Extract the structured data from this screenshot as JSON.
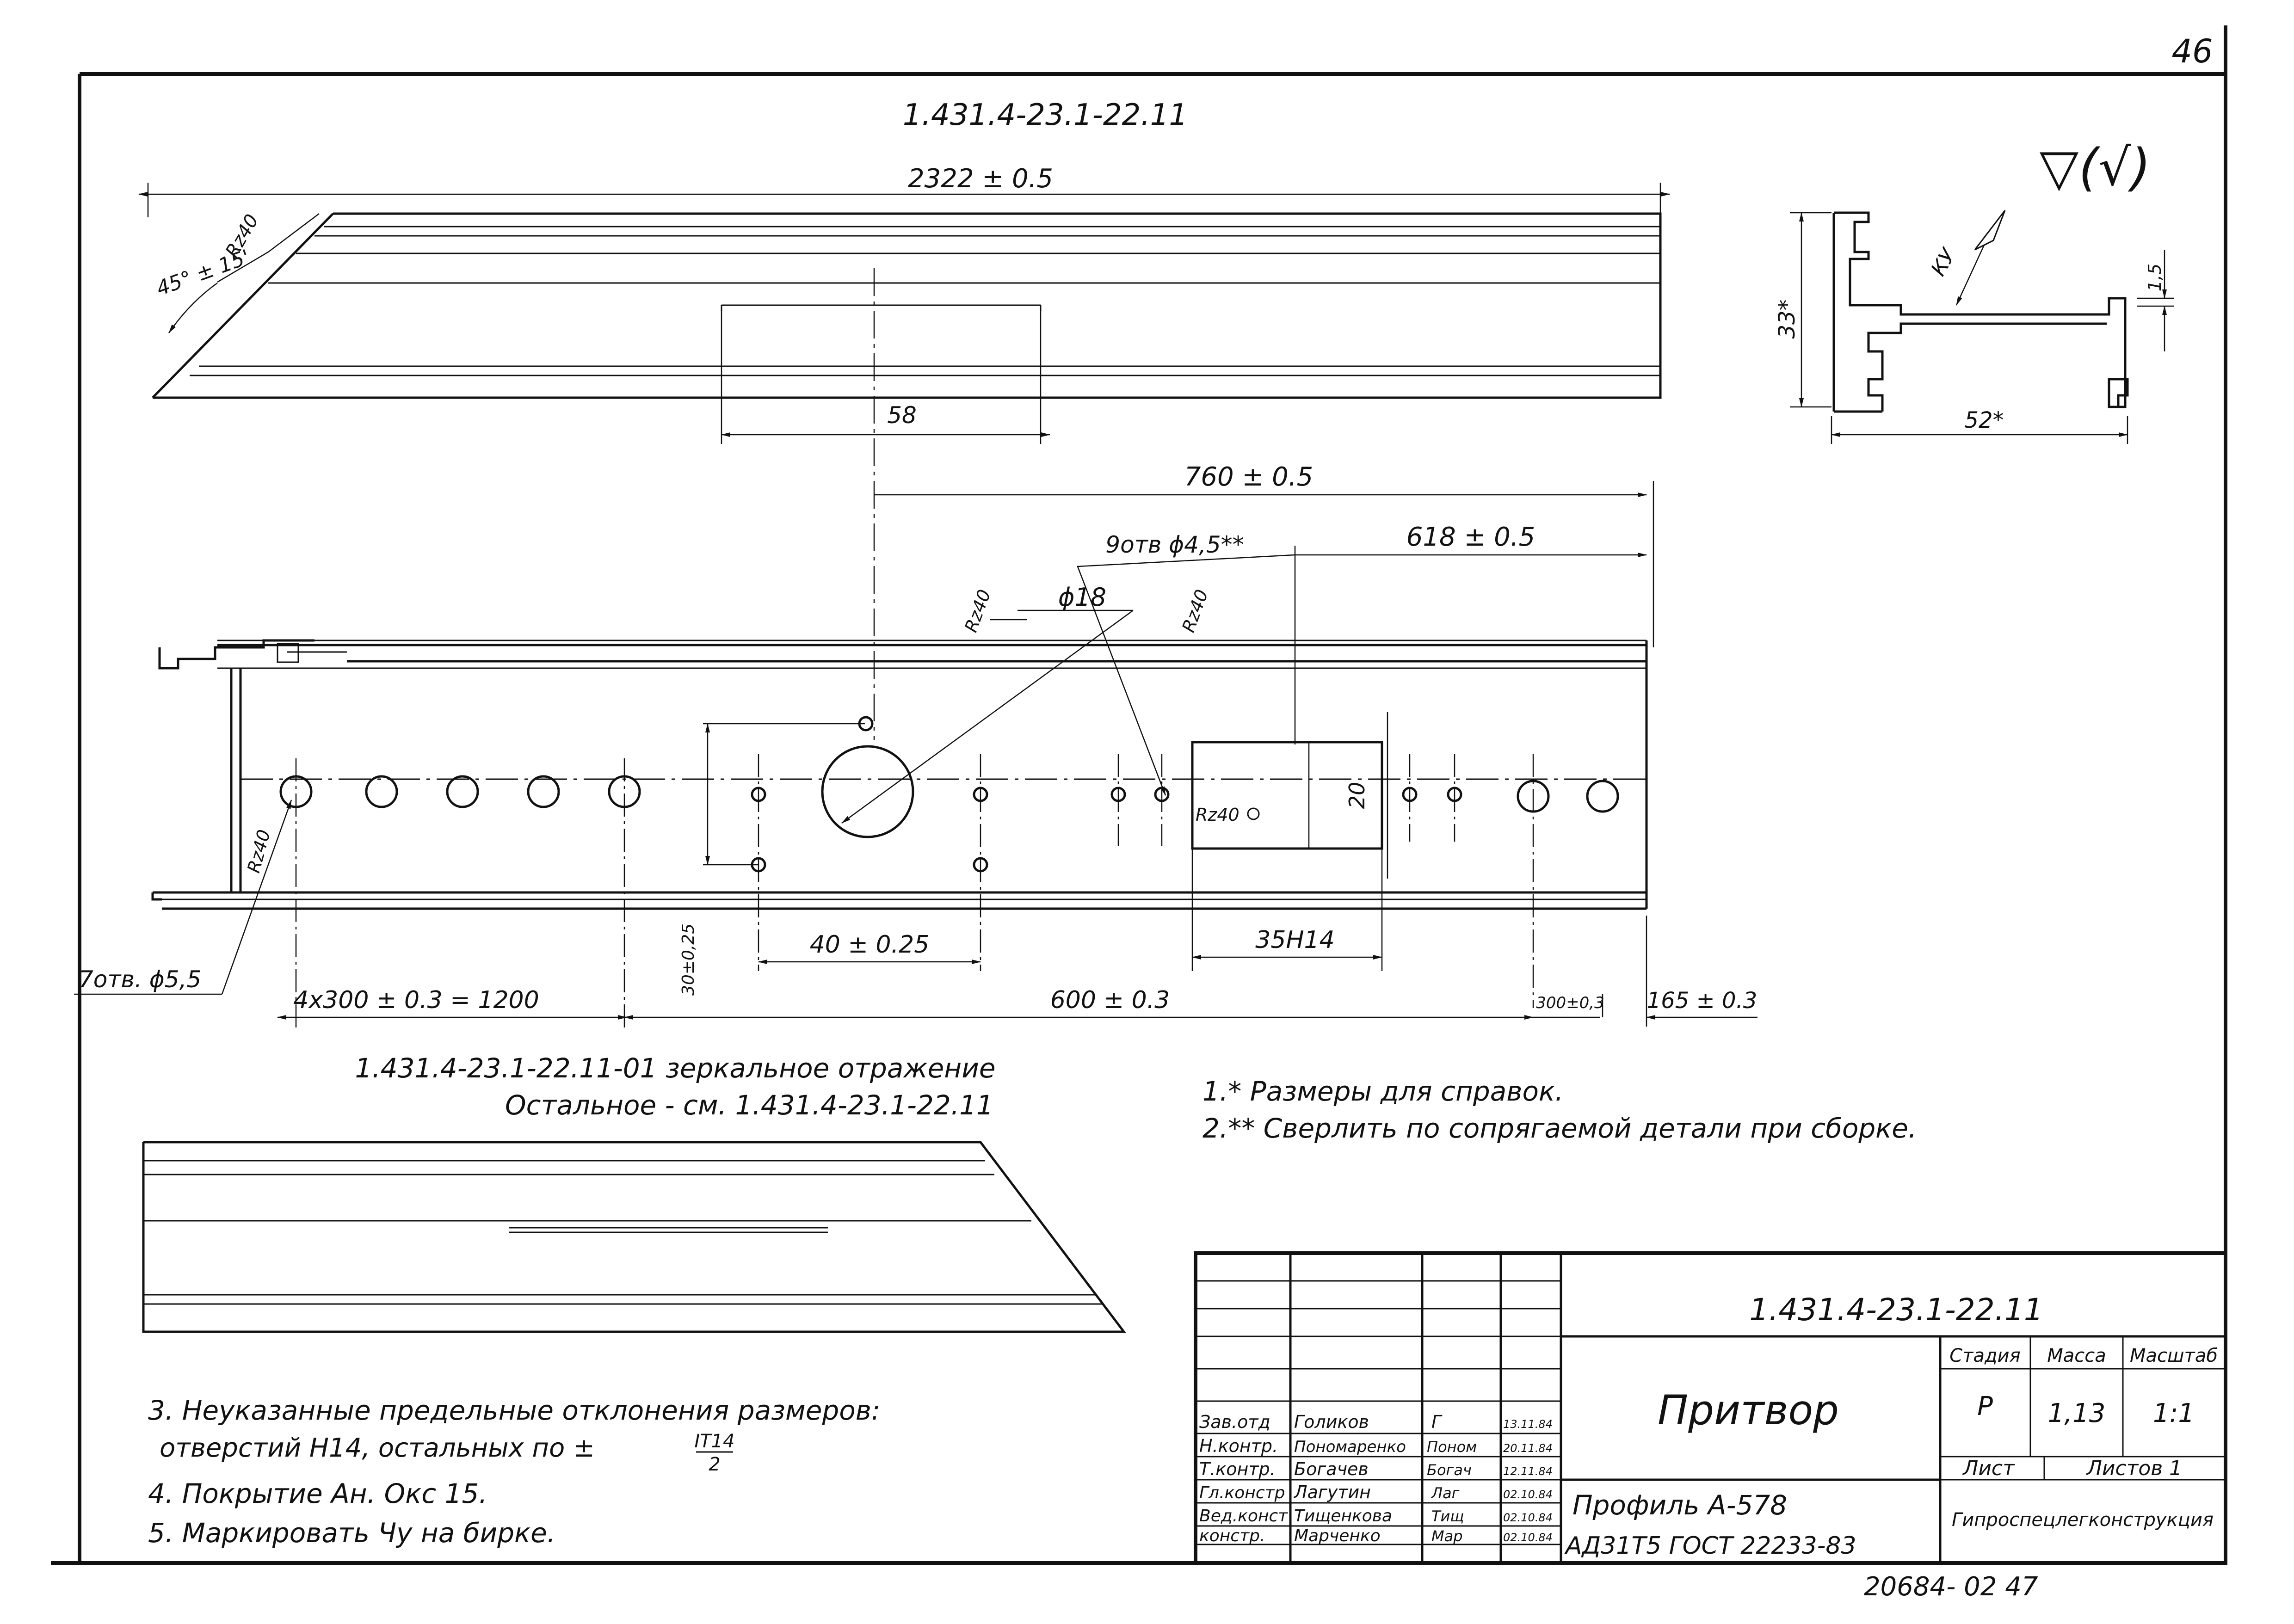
{
  "sheet": {
    "page_number": "46",
    "bottom_code": "20684- 02 47"
  },
  "drawing": {
    "title": "1.431.4-23.1-22.11",
    "mirror_note": "1.431.4-23.1-22.11-01 зеркальное отражение",
    "rest_note": "Остальное - см. 1.431.4-23.1-22.11",
    "roughness_symbol": "▽(√)",
    "dims": {
      "length": "2322 ± 0.5",
      "angle": "45° ± 15'",
      "rz_top": "Rz40",
      "d58": "58",
      "d760": "760 ± 0.5",
      "d618": "618 ± 0.5",
      "holes_9": "9отв ϕ4,5**",
      "d18": "ϕ18",
      "rz_a": "Rz40",
      "rz_b": "Rz40",
      "rz_c": "Rz40",
      "rz_d": "Rz40",
      "d20": "20",
      "holes_7": "7отв. ϕ5,5",
      "d1200": "4x300 ± 0.3 = 1200",
      "d30v": "30±0,25",
      "d40": "40 ± 0.25",
      "d35": "35H14",
      "d600": "600 ± 0.3",
      "d300": "300±0,3",
      "d165": "165 ± 0.3"
    },
    "section": {
      "h33": "33*",
      "w52": "52*",
      "t15": "1,5",
      "ku": "КУ"
    }
  },
  "notes": [
    "1.* Размеры для справок.",
    "2.** Сверлить по сопрягаемой детали при сборке."
  ],
  "notes_bottom": [
    "3. Неуказанные предельные отклонения размеров:",
    "4. Покрытие Ан. Окс 15.",
    "5. Маркировать Чу на бирке."
  ],
  "note3_line2": "отверстий Н14, остальных по ±",
  "note3_frac_num": "IT14",
  "note3_frac_den": "2",
  "title_block": {
    "doc_number": "1.431.4-23.1-22.11",
    "name": "Притвор",
    "profile": "Профиль А-578",
    "material": "АД31Т5 ГОСТ 22233-83",
    "org": "Гипроспецлегконструкция",
    "stage_h": "Стадия",
    "mass_h": "Масса",
    "scale_h": "Масштаб",
    "stage": "Р",
    "mass": "1,13",
    "scale": "1:1",
    "sheet_h": "Лист",
    "sheets_h": "Листов 1",
    "staff": [
      {
        "role": "Зав.отд",
        "name": "Голиков",
        "sig": "Г",
        "date": "13.11.84"
      },
      {
        "role": "Н.контр.",
        "name": "Пономаренко",
        "sig": "Поном",
        "date": "20.11.84"
      },
      {
        "role": "Т.контр.",
        "name": "Богачев",
        "sig": "Богач",
        "date": "12.11.84"
      },
      {
        "role": "Гл.констр",
        "name": "Лагутин",
        "sig": "Лаг",
        "date": "02.10.84"
      },
      {
        "role": "Вед.конст",
        "name": "Тищенкова",
        "sig": "Тищ",
        "date": "02.10.84"
      },
      {
        "role": "констр.",
        "name": "Марченко",
        "sig": "Мар",
        "date": "02.10.84"
      }
    ]
  }
}
